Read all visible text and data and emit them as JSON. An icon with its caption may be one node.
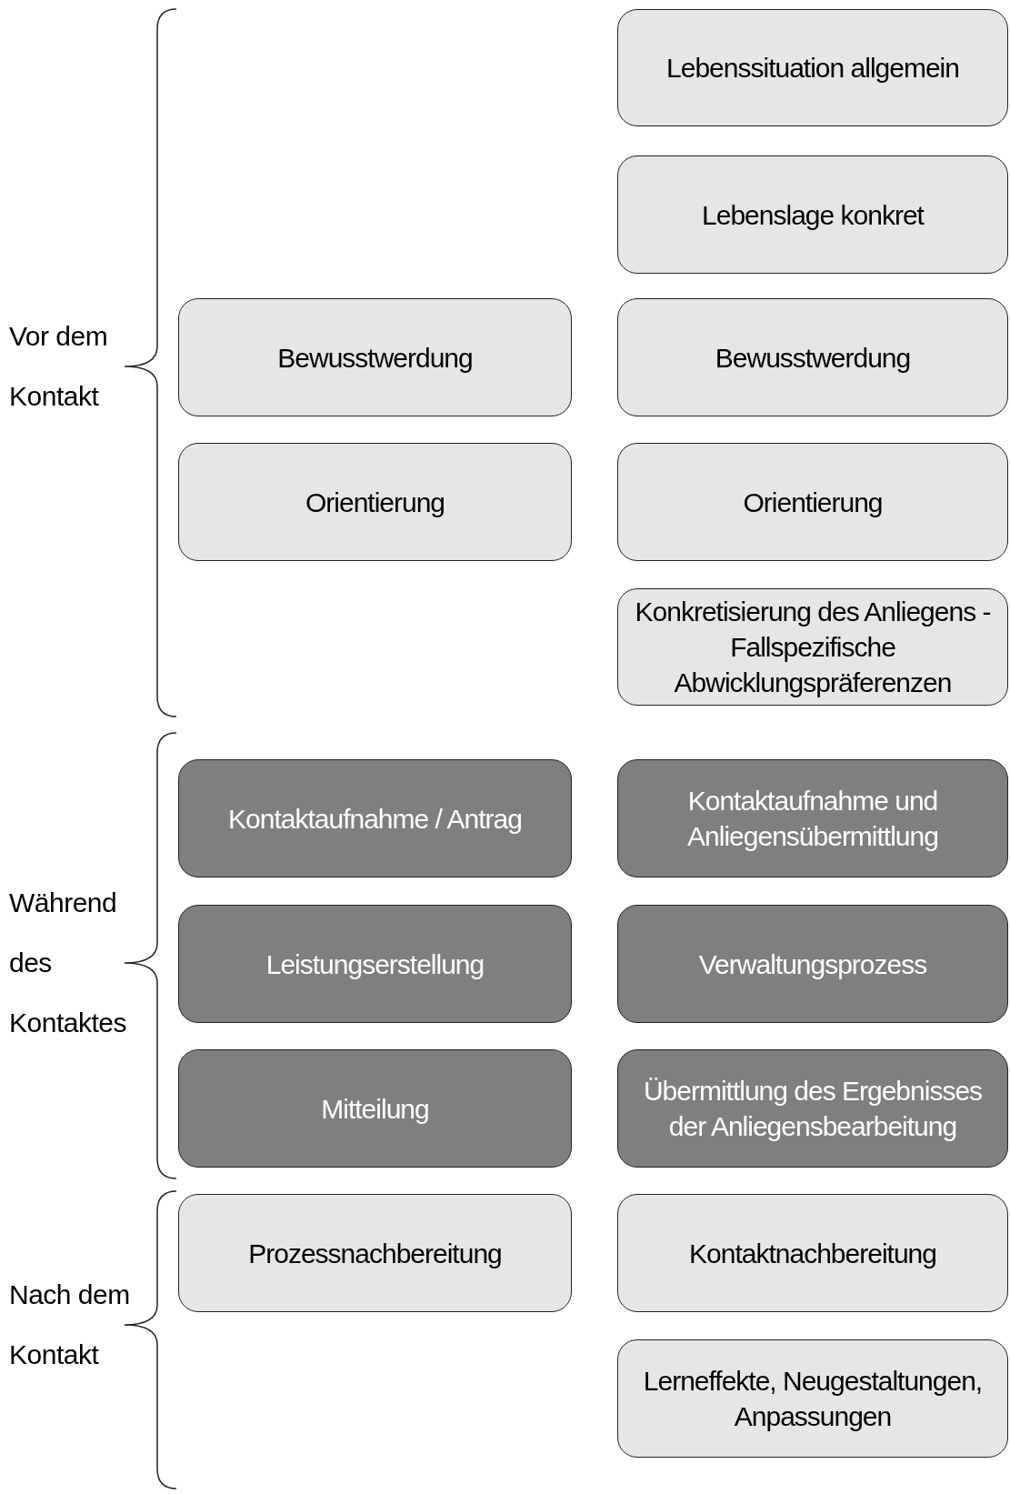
{
  "diagram": {
    "nodes": [
      {
        "text": [
          "Lebenssituation allgemein"
        ]
      },
      {
        "text": [
          "Lebenslage konkret"
        ]
      },
      {
        "text": [
          "Bewusstwerdung"
        ]
      },
      {
        "text": [
          "Bewusstwerdung"
        ]
      },
      {
        "text": [
          "Orientierung"
        ]
      },
      {
        "text": [
          "Orientierung"
        ]
      },
      {
        "text": [
          "Konkretisierung des Anliegens - Fallspezifische Abwicklungspräferenzen"
        ]
      },
      {
        "text": [
          "Kontaktaufnahme / Antrag"
        ]
      },
      {
        "text": [
          "Kontaktaufnahme und Anliegensübermittlung"
        ]
      },
      {
        "text": [
          "Leistungserstellung"
        ]
      },
      {
        "text": [
          "Verwaltungsprozess"
        ]
      },
      {
        "text": [
          "Mitteilung"
        ]
      },
      {
        "text": [
          "Übermittlung des Ergebnisses der Anliegensbearbeitung"
        ]
      },
      {
        "text": [
          "Prozessnachbereitung"
        ]
      },
      {
        "text": [
          "Kontaktnachbereitung"
        ]
      },
      {
        "text": [
          "Lerneffekte, Neugestaltungen, Anpassungen"
        ]
      }
    ],
    "labels": [
      "Vor dem Kontakt",
      "Während des Kontaktes",
      "Nach dem Kontakt"
    ]
  }
}
